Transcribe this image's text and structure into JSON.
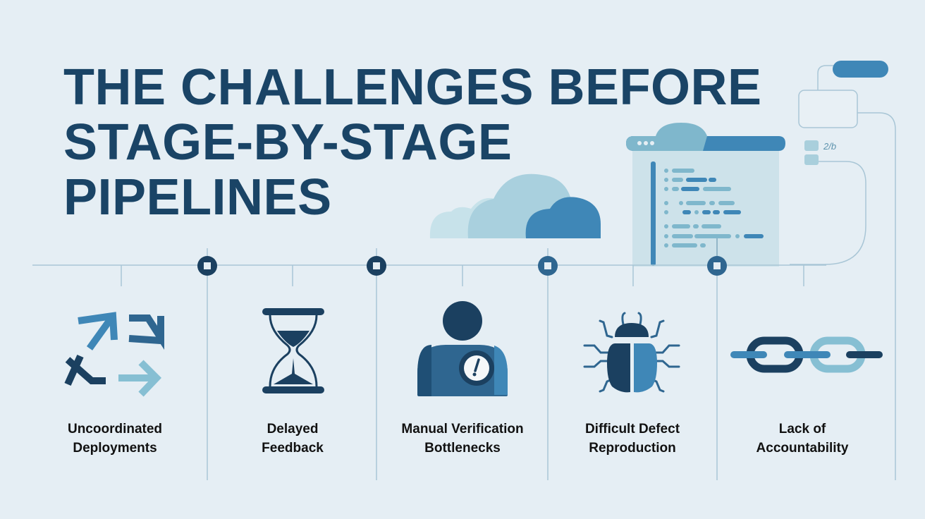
{
  "title": {
    "lines": [
      "THE CHALLENGES BEFORE",
      "STAGE-BY-STAGE",
      "PIPELINES"
    ]
  },
  "colors": {
    "background": "#e5eef4",
    "title": "#1a4466",
    "dark_navy": "#1b4060",
    "mid_blue": "#3f87b7",
    "steel_blue": "#2f6690",
    "light_blue": "#86bfd3",
    "pale_blue": "#b7d8e4",
    "line": "#a9c6d6"
  },
  "illustration": {
    "cloud": "cloud-icon",
    "code_window": "code-editor-icon",
    "flow_note": "2/b"
  },
  "challenges": [
    {
      "icon": "scattered-arrows-icon",
      "line1": "Uncoordinated",
      "line2": "Deployments"
    },
    {
      "icon": "hourglass-icon",
      "line1": "Delayed",
      "line2": "Feedback"
    },
    {
      "icon": "person-alert-icon",
      "line1": "Manual Verification",
      "line2": "Bottlenecks"
    },
    {
      "icon": "bug-icon",
      "line1": "Difficult Defect",
      "line2": "Reproduction"
    },
    {
      "icon": "broken-chain-icon",
      "line1": "Lack of",
      "line2": "Accountability"
    }
  ]
}
